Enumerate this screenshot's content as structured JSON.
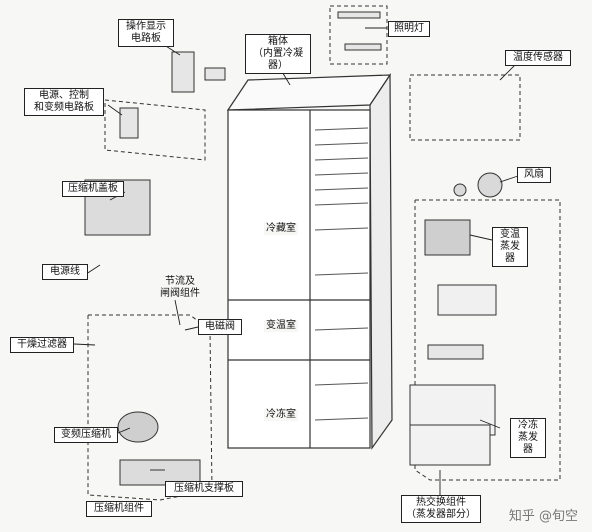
{
  "labels": {
    "display_board": "操作显示\n电路板",
    "lighting": "照明灯",
    "cabinet": "箱体\n（内置冷凝器）",
    "power_board": "电源、控制\n和变频电路板",
    "temp_sensor": "温度传感器",
    "compressor_cover": "压缩机盖板",
    "fan": "风扇",
    "fridge": "冷藏室",
    "var_evap": "变温\n蒸发器",
    "power_cord": "电源线",
    "throttle": "节流及\n闸阀组件",
    "solenoid": "电磁阀",
    "var_room": "变温室",
    "dryer": "干燥过滤器",
    "freezer": "冷冻室",
    "freeze_evap": "冷冻\n蒸发器",
    "inv_comp": "变频压缩机",
    "comp_bracket": "压缩机支撑板",
    "comp_assembly": "压缩机组件",
    "heat_exchanger": "热交换组件\n（蒸发器部分）"
  },
  "watermark": "知乎 @旬空"
}
